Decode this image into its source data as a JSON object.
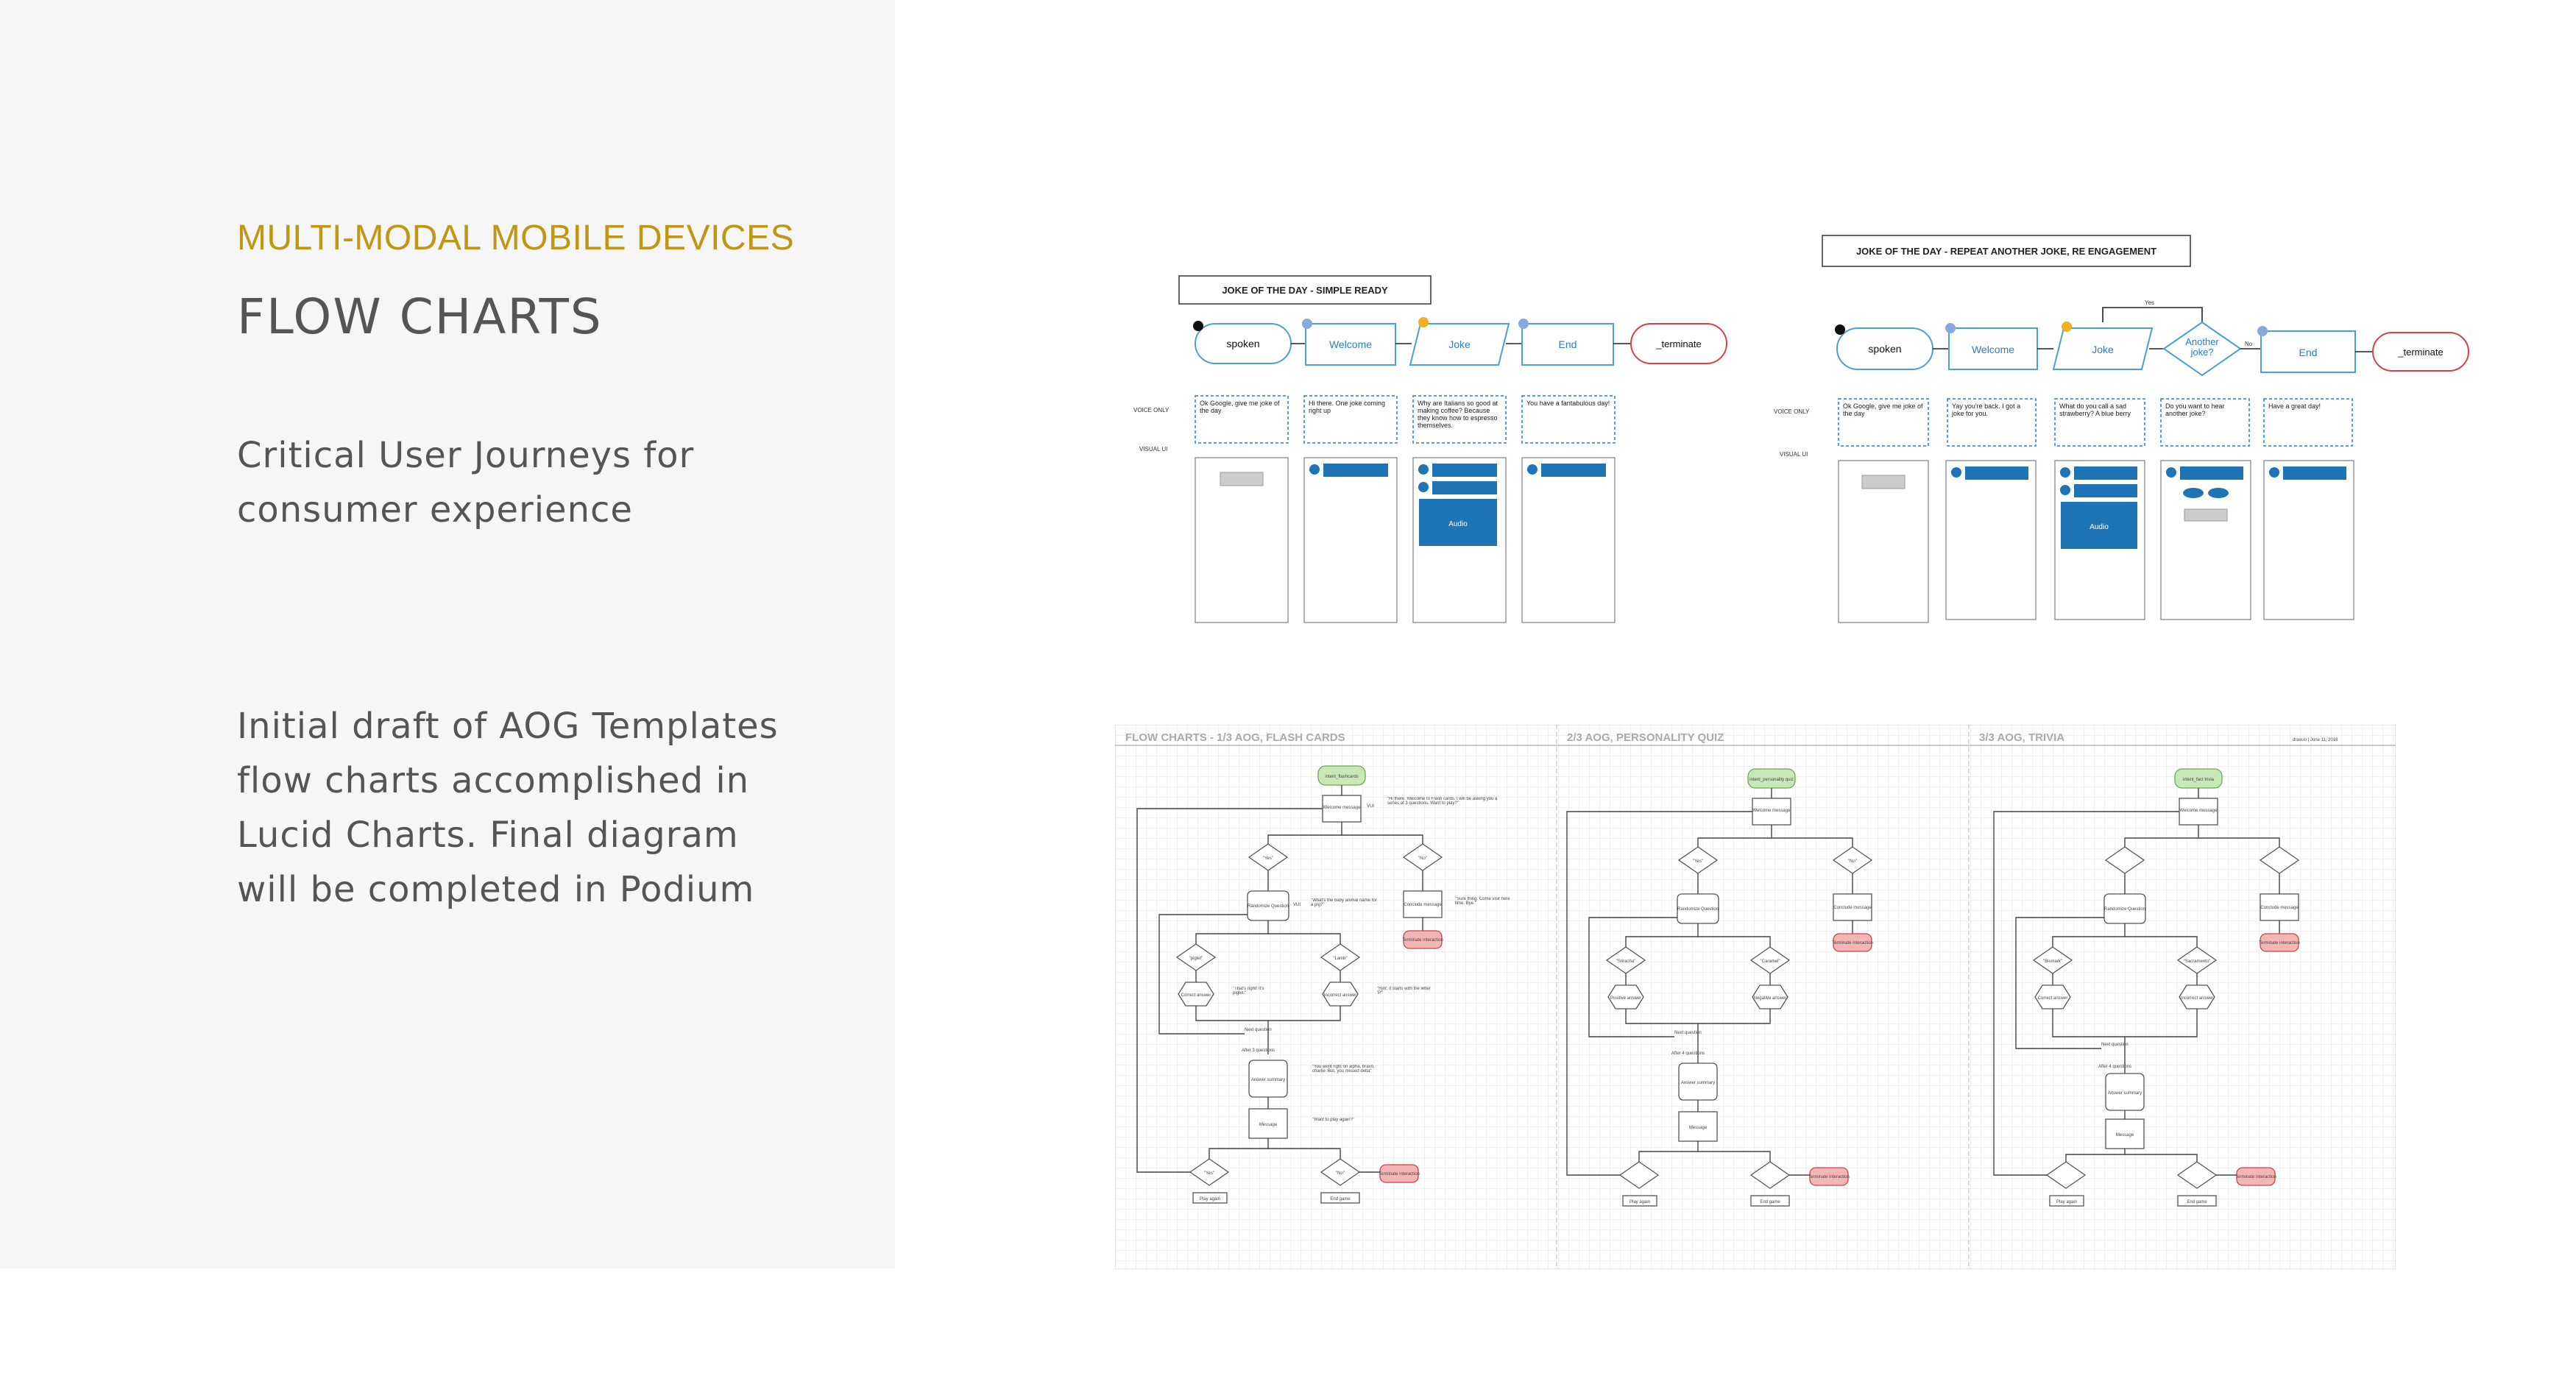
{
  "slide": {
    "eyebrow": "MULTI-MODAL MOBILE DEVICES",
    "heading": "FLOW CHARTS",
    "para1": "Critical User Journeys for consumer experience",
    "para2": "Initial draft of AOG Templates flow charts accomplished in Lucid Charts.  Final diagram will be completed in Podium"
  },
  "colors": {
    "accent": "#c09612",
    "panel": "#f6f6f6",
    "node_blue": "#2a7fc1",
    "terminate_red": "#d04545"
  },
  "simple_flow": {
    "title": "JOKE OF THE DAY - SIMPLE READY",
    "nodes": [
      "spoken",
      "Welcome",
      "Joke",
      "End",
      "_terminate"
    ],
    "row_voice": "VOICE ONLY",
    "row_visual": "VISUAL UI",
    "voice": [
      "Ok Google, give me joke of the day",
      "Hi there. One joke coming right up",
      "Why are Italians so good at making coffee? Because they know how to espresso themselves.",
      "You have a fantabulous day!"
    ],
    "audio_label": "Audio"
  },
  "repeat_flow": {
    "title": "JOKE OF THE DAY - REPEAT ANOTHER JOKE, RE ENGAGEMENT",
    "nodes": [
      "spoken",
      "Welcome",
      "Joke",
      "Another joke?",
      "End",
      "_terminate"
    ],
    "loop_yes": "Yes",
    "loop_no": "No",
    "row_voice": "VOICE ONLY",
    "row_visual": "VISUAL UI",
    "voice": [
      "Ok Google, give me joke of the day",
      "Yay you're back. I got a joke for you.",
      "What do you call a sad strawberry? A blue berry",
      "Do you want to hear another joke?",
      "Have a great day!"
    ],
    "audio_label": "Audio"
  },
  "templates": {
    "sections": [
      "FLOW CHARTS - 1/3  AOG, FLASH CARDS",
      "2/3 AOG, PERSONALITY QUIZ",
      "3/3 AOG, TRIVIA"
    ],
    "meta": "draw.io   |   June 11, 2018",
    "flashcards": {
      "start": "intent_flashcards",
      "welcome": "Welcome message",
      "question": "Randomize Question",
      "conclude": "Conclude message",
      "terminate": "Terminate interaction",
      "correct": "Correct answer",
      "incorrect": "Incorrect answer",
      "summary": "Answer summary",
      "message": "Message",
      "next": "Next question",
      "after": "After 3 questions",
      "play_again": "Play again",
      "end_game": "End game",
      "vui": "VUI",
      "yes": "\"Yes\"",
      "no": "\"No\"",
      "q1": "\"Hi there. Welcome to Flash cards. I will be asking you a series of 3 questions. Want to play?\"",
      "q2": "\"What's the baby animal name for a pig?\"",
      "q3": "\"That's right! It's piglet.\"",
      "q4": "\"Hint: it starts with the letter 'P'\"",
      "q5": "\"Sure thing. Come visit here time. Bye.\"",
      "q6": "\"You went right on alpha, bravo, charlie. But, you missed delta\"",
      "q7": "\"Want to play again?\"",
      "a1": "\"piglet\"",
      "a2": "\"Lamb\""
    },
    "quiz": {
      "start": "intent_personality quiz",
      "welcome": "Welcome message",
      "question": "Randomize Question",
      "conclude": "Conclude message",
      "terminate": "Terminate interaction",
      "positive": "Positive answer",
      "negative": "Negative answer",
      "summary": "Answer summary",
      "message": "Message",
      "next": "Next question",
      "after": "After 4 questions",
      "play_again": "Play again",
      "end_game": "End game",
      "a1": "\"Sriracha\"",
      "a2": "\"Caramel\""
    },
    "trivia": {
      "start": "intent_fact trivia",
      "welcome": "Welcome message",
      "question": "Randomize Question",
      "conclude": "Conclude message",
      "terminate": "Terminate interaction",
      "correct": "Correct answer",
      "incorrect": "Incorrect answer",
      "summary": "Answer summary",
      "message": "Message",
      "next": "Next question",
      "after": "After 4 questions",
      "play_again": "Play again",
      "end_game": "End game",
      "a1": "\"Bismark\"",
      "a2": "\"Sacramento\""
    }
  }
}
